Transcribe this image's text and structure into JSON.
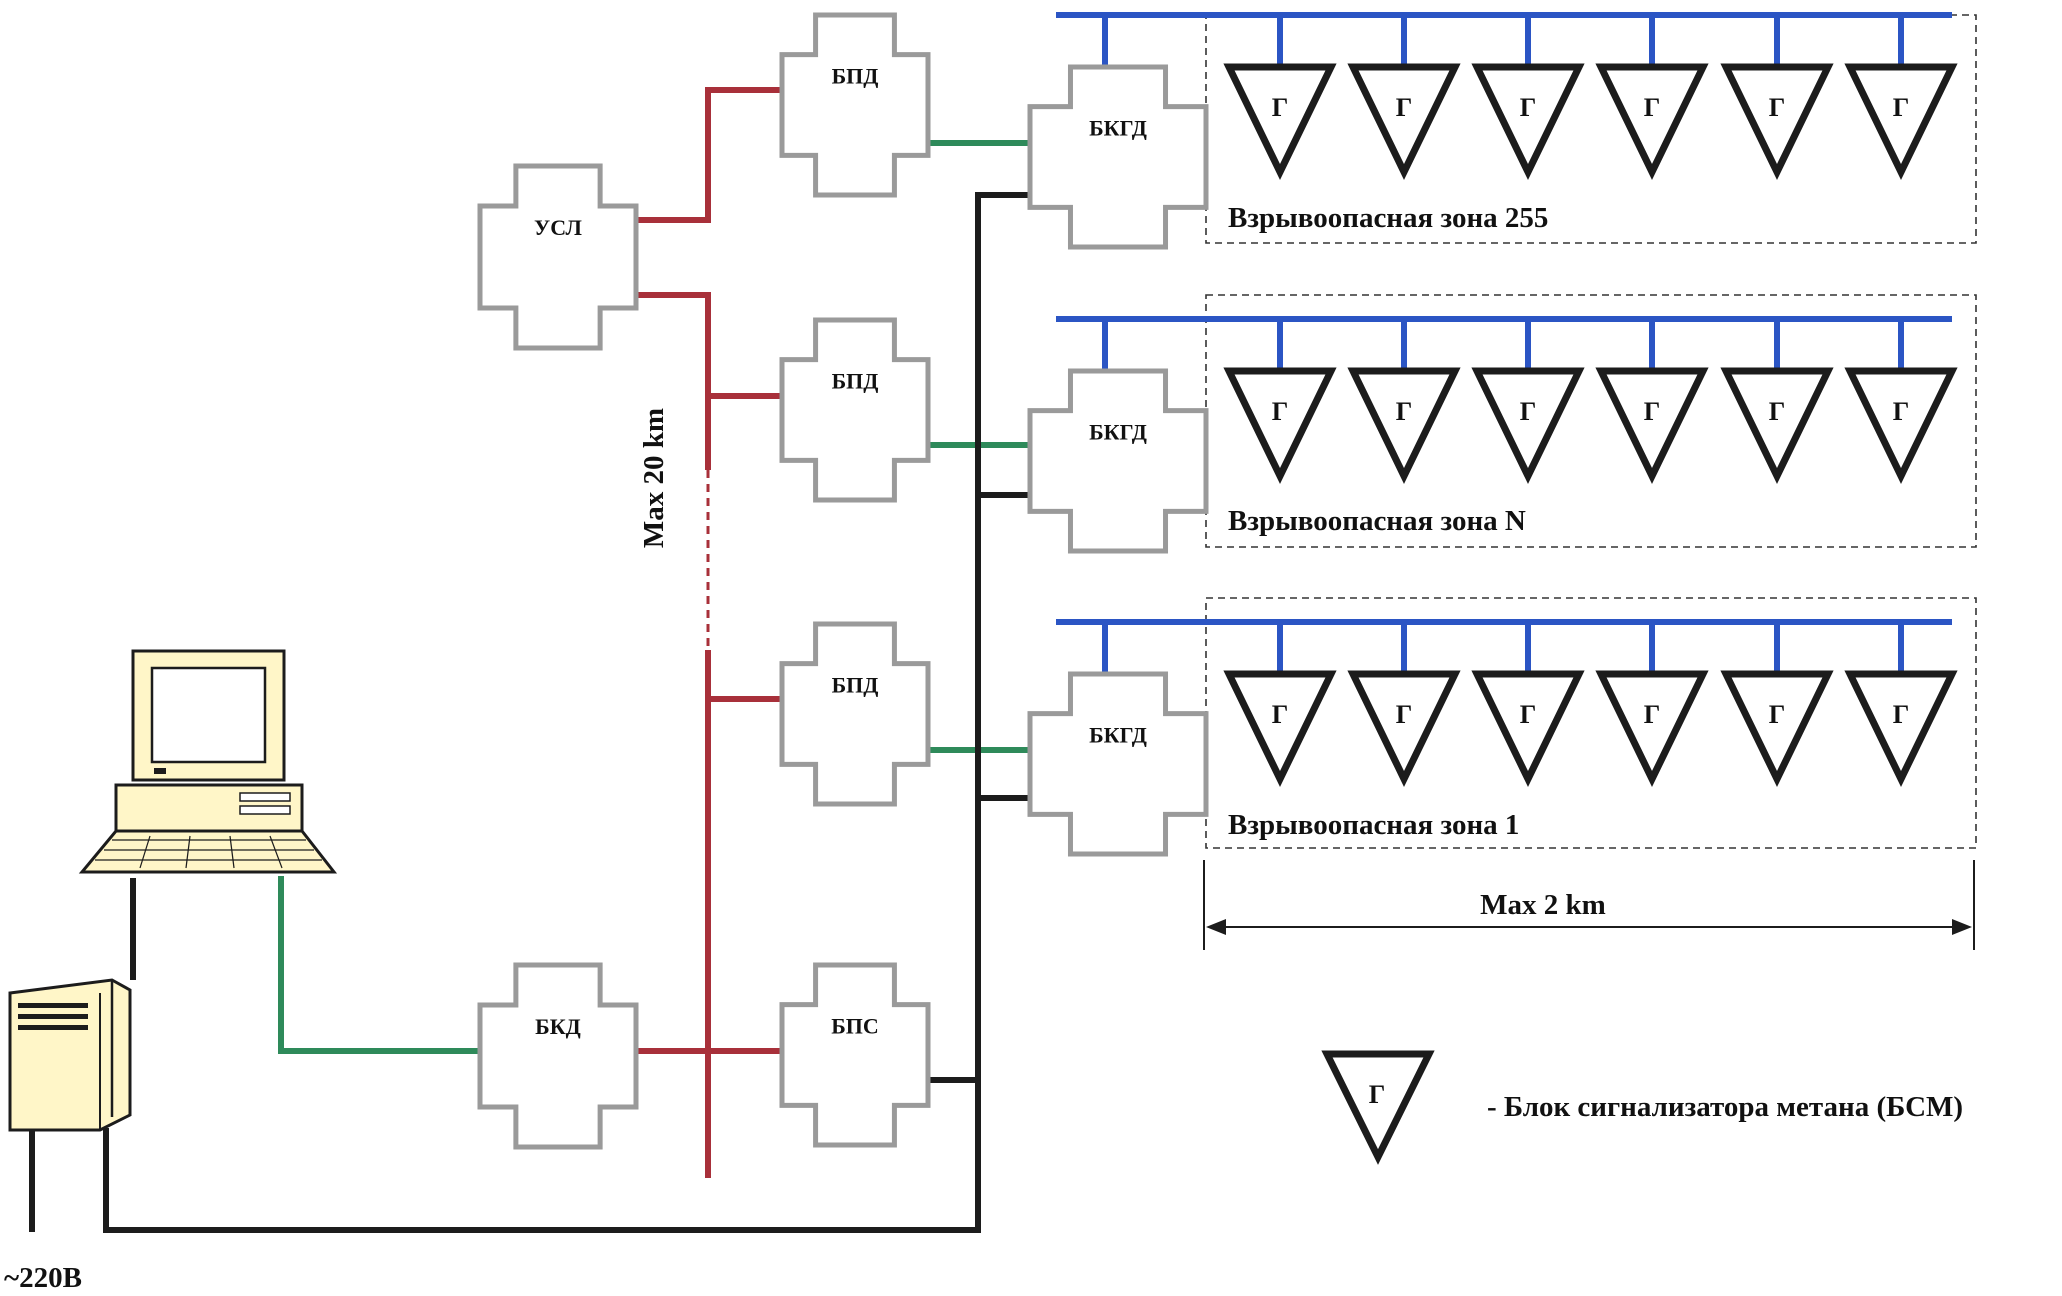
{
  "colors": {
    "bus": "#2b55c4",
    "signal": "#a8303a",
    "link": "#2e8a5a",
    "power": "#1c1c1c",
    "block_outline": "#9a9a9a",
    "triangle": "#1c1c1c",
    "computer_fill": "#fff6c8"
  },
  "blocks": {
    "usl": "УСЛ",
    "bpd_top": "БПД",
    "bpd_mid": "БПД",
    "bpd_bottom": "БПД",
    "bkd": "БКД",
    "bps": "БПС",
    "bkgd_top": "БКГД",
    "bkgd_mid": "БКГД",
    "bkgd_bottom": "БКГД"
  },
  "zones": [
    {
      "label": "Взрывоопасная зона 255"
    },
    {
      "label": "Взрывоопасная зона N"
    },
    {
      "label": "Взрывоопасная зона 1"
    }
  ],
  "sensor_label": "Г",
  "line_length_label": "Max 20 km",
  "zone_width_label": "Max 2 km",
  "legend": {
    "symbol": "Г",
    "text": "-  Блок сигнализатора метана (БСМ)"
  },
  "power_label": "~220В",
  "icons": {
    "computer": "computer-icon",
    "power_supply": "power-supply-icon",
    "sensor": "methane-sensor-icon"
  }
}
